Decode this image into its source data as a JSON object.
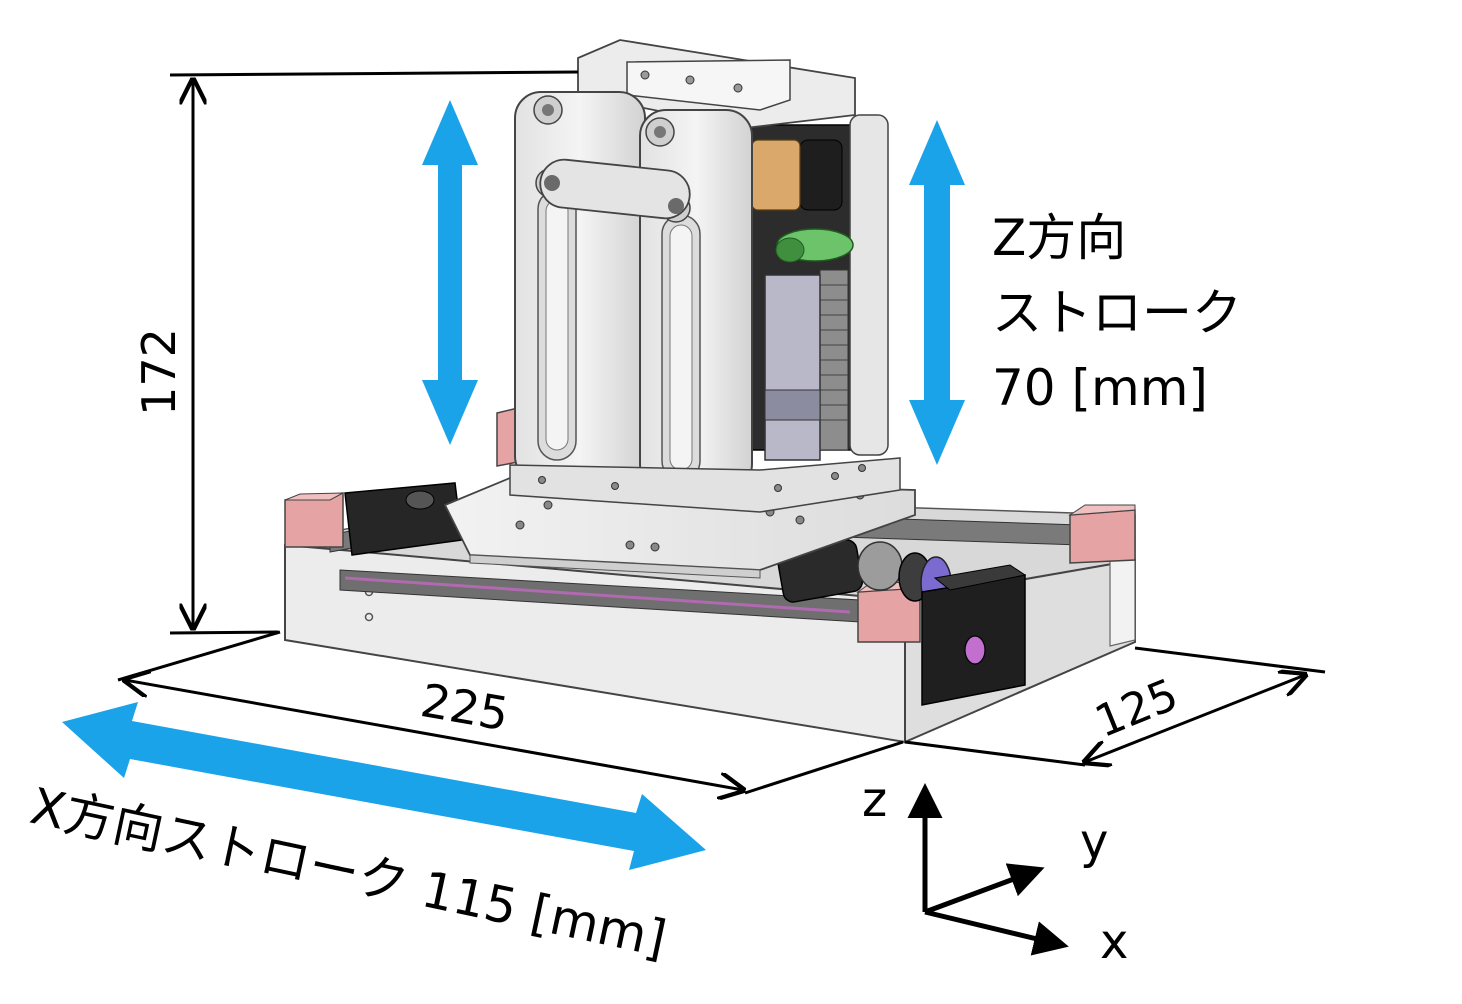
{
  "dimensions": {
    "height": "172",
    "length": "225",
    "width": "125"
  },
  "z_stroke": {
    "line1": "Z方向",
    "line2": "ストローク",
    "line3": "70 [mm]"
  },
  "x_stroke": {
    "label": "X方向ストローク 115 [mm]"
  },
  "axes": {
    "z": "z",
    "y": "y",
    "x": "x"
  },
  "colors": {
    "stroke_arrow": "#1aa3e8",
    "block": "#e6a3a3",
    "frame": "#e9e9e9",
    "motor_dark": "#222222",
    "gear_green": "#6cc36a",
    "brass": "#d9a86a"
  }
}
